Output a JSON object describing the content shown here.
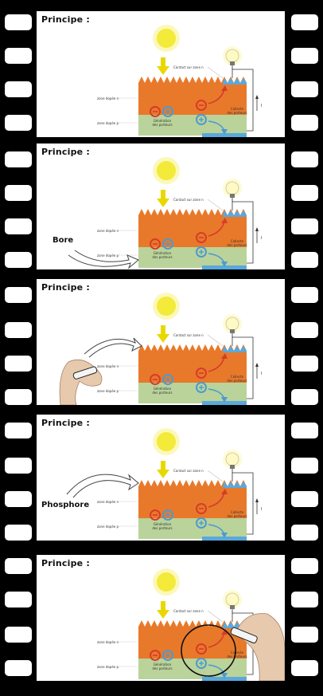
{
  "frames": [
    {
      "title": "Principe :",
      "handwritten_label": ""
    },
    {
      "title": "Principe :",
      "handwritten_label": "Bore"
    },
    {
      "title": "Principe :",
      "handwritten_label": ""
    },
    {
      "title": "Principe :",
      "handwritten_label": "Phosphore"
    },
    {
      "title": "Principe :",
      "handwritten_label": ""
    }
  ],
  "diagram": {
    "contact_label": "Contact sur zone n",
    "zone_n_label": "zone dopée n",
    "zone_p_label": "zone dopée p",
    "generation_label_line1": "Génération",
    "generation_label_line2": "des porteurs",
    "collecte_label_line1": "Collecte",
    "collecte_label_line2": "des porteurs",
    "current_symbol": "I"
  },
  "colors": {
    "zone_n": "#e8792a",
    "zone_p": "#b9d39a",
    "sun": "#f3ea3a",
    "arrow_yellow": "#e8d800",
    "electron_red": "#d63c2a",
    "hole_blue": "#4c9ad1",
    "contact_blue": "#5aa8dc"
  }
}
